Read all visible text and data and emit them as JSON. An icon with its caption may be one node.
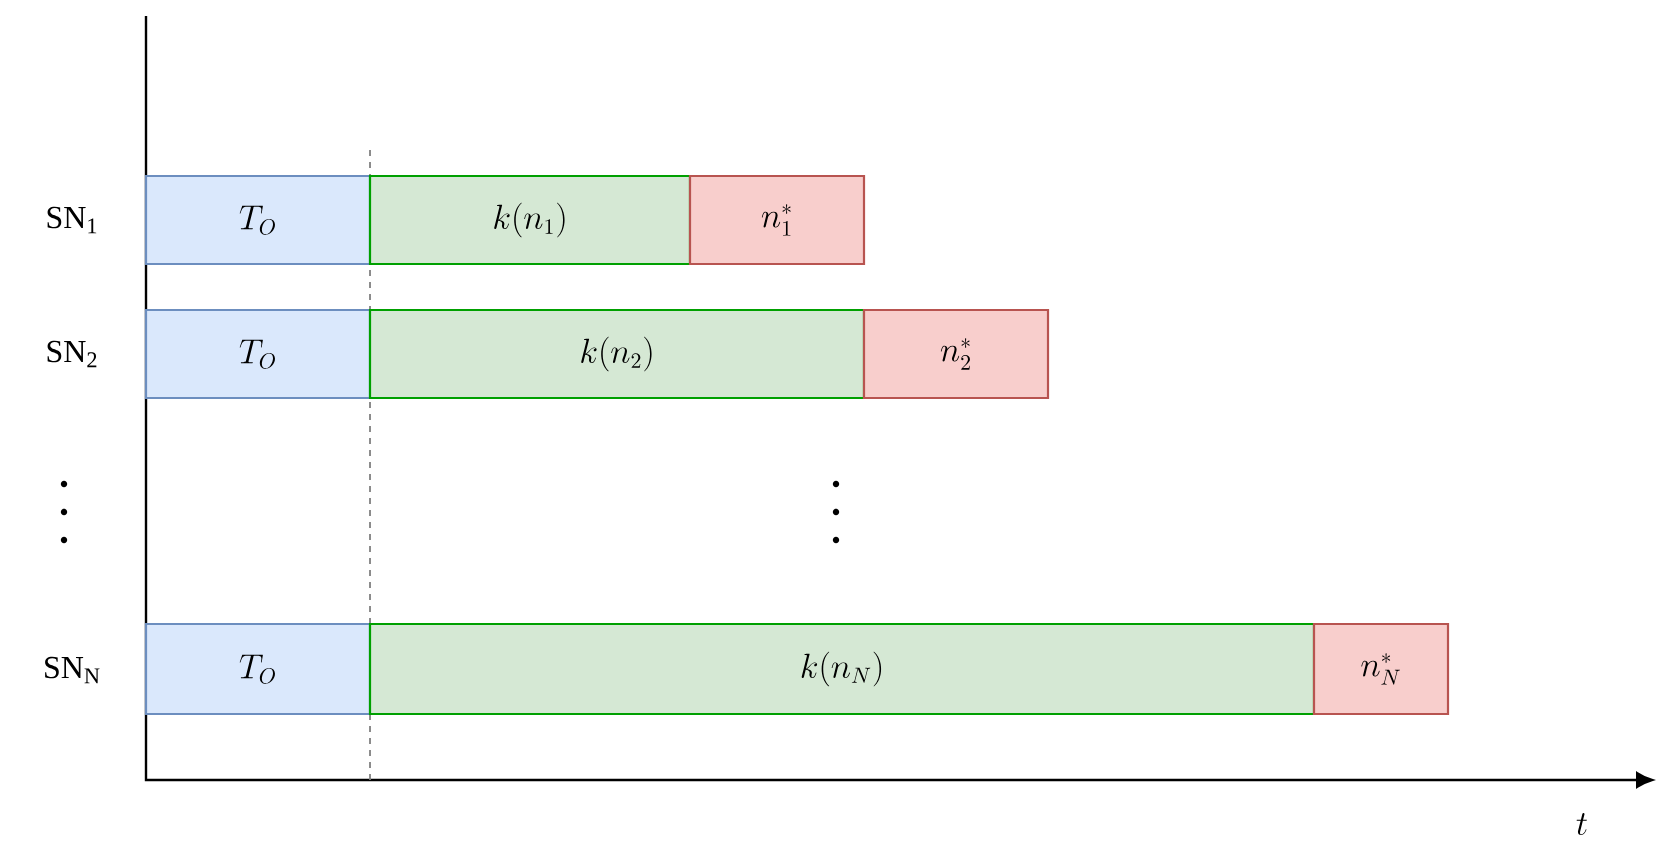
{
  "diagram": {
    "nodes": [
      {
        "text": [
          "T_O"
        ]
      },
      {
        "text": [
          "k(n_1)"
        ]
      },
      {
        "text": [
          "n_1^*"
        ]
      },
      {
        "text": [
          "T_O"
        ]
      },
      {
        "text": [
          "k(n_2)"
        ]
      },
      {
        "text": [
          "n_2^*"
        ]
      },
      {
        "text": [
          "T_O"
        ]
      },
      {
        "text": [
          "k(n_N)"
        ]
      },
      {
        "text": [
          "n_N^*"
        ]
      }
    ],
    "labels": [
      "SN$_{1}$",
      "SN$_{2}$",
      "SN$_{N}$",
      "t"
    ]
  }
}
